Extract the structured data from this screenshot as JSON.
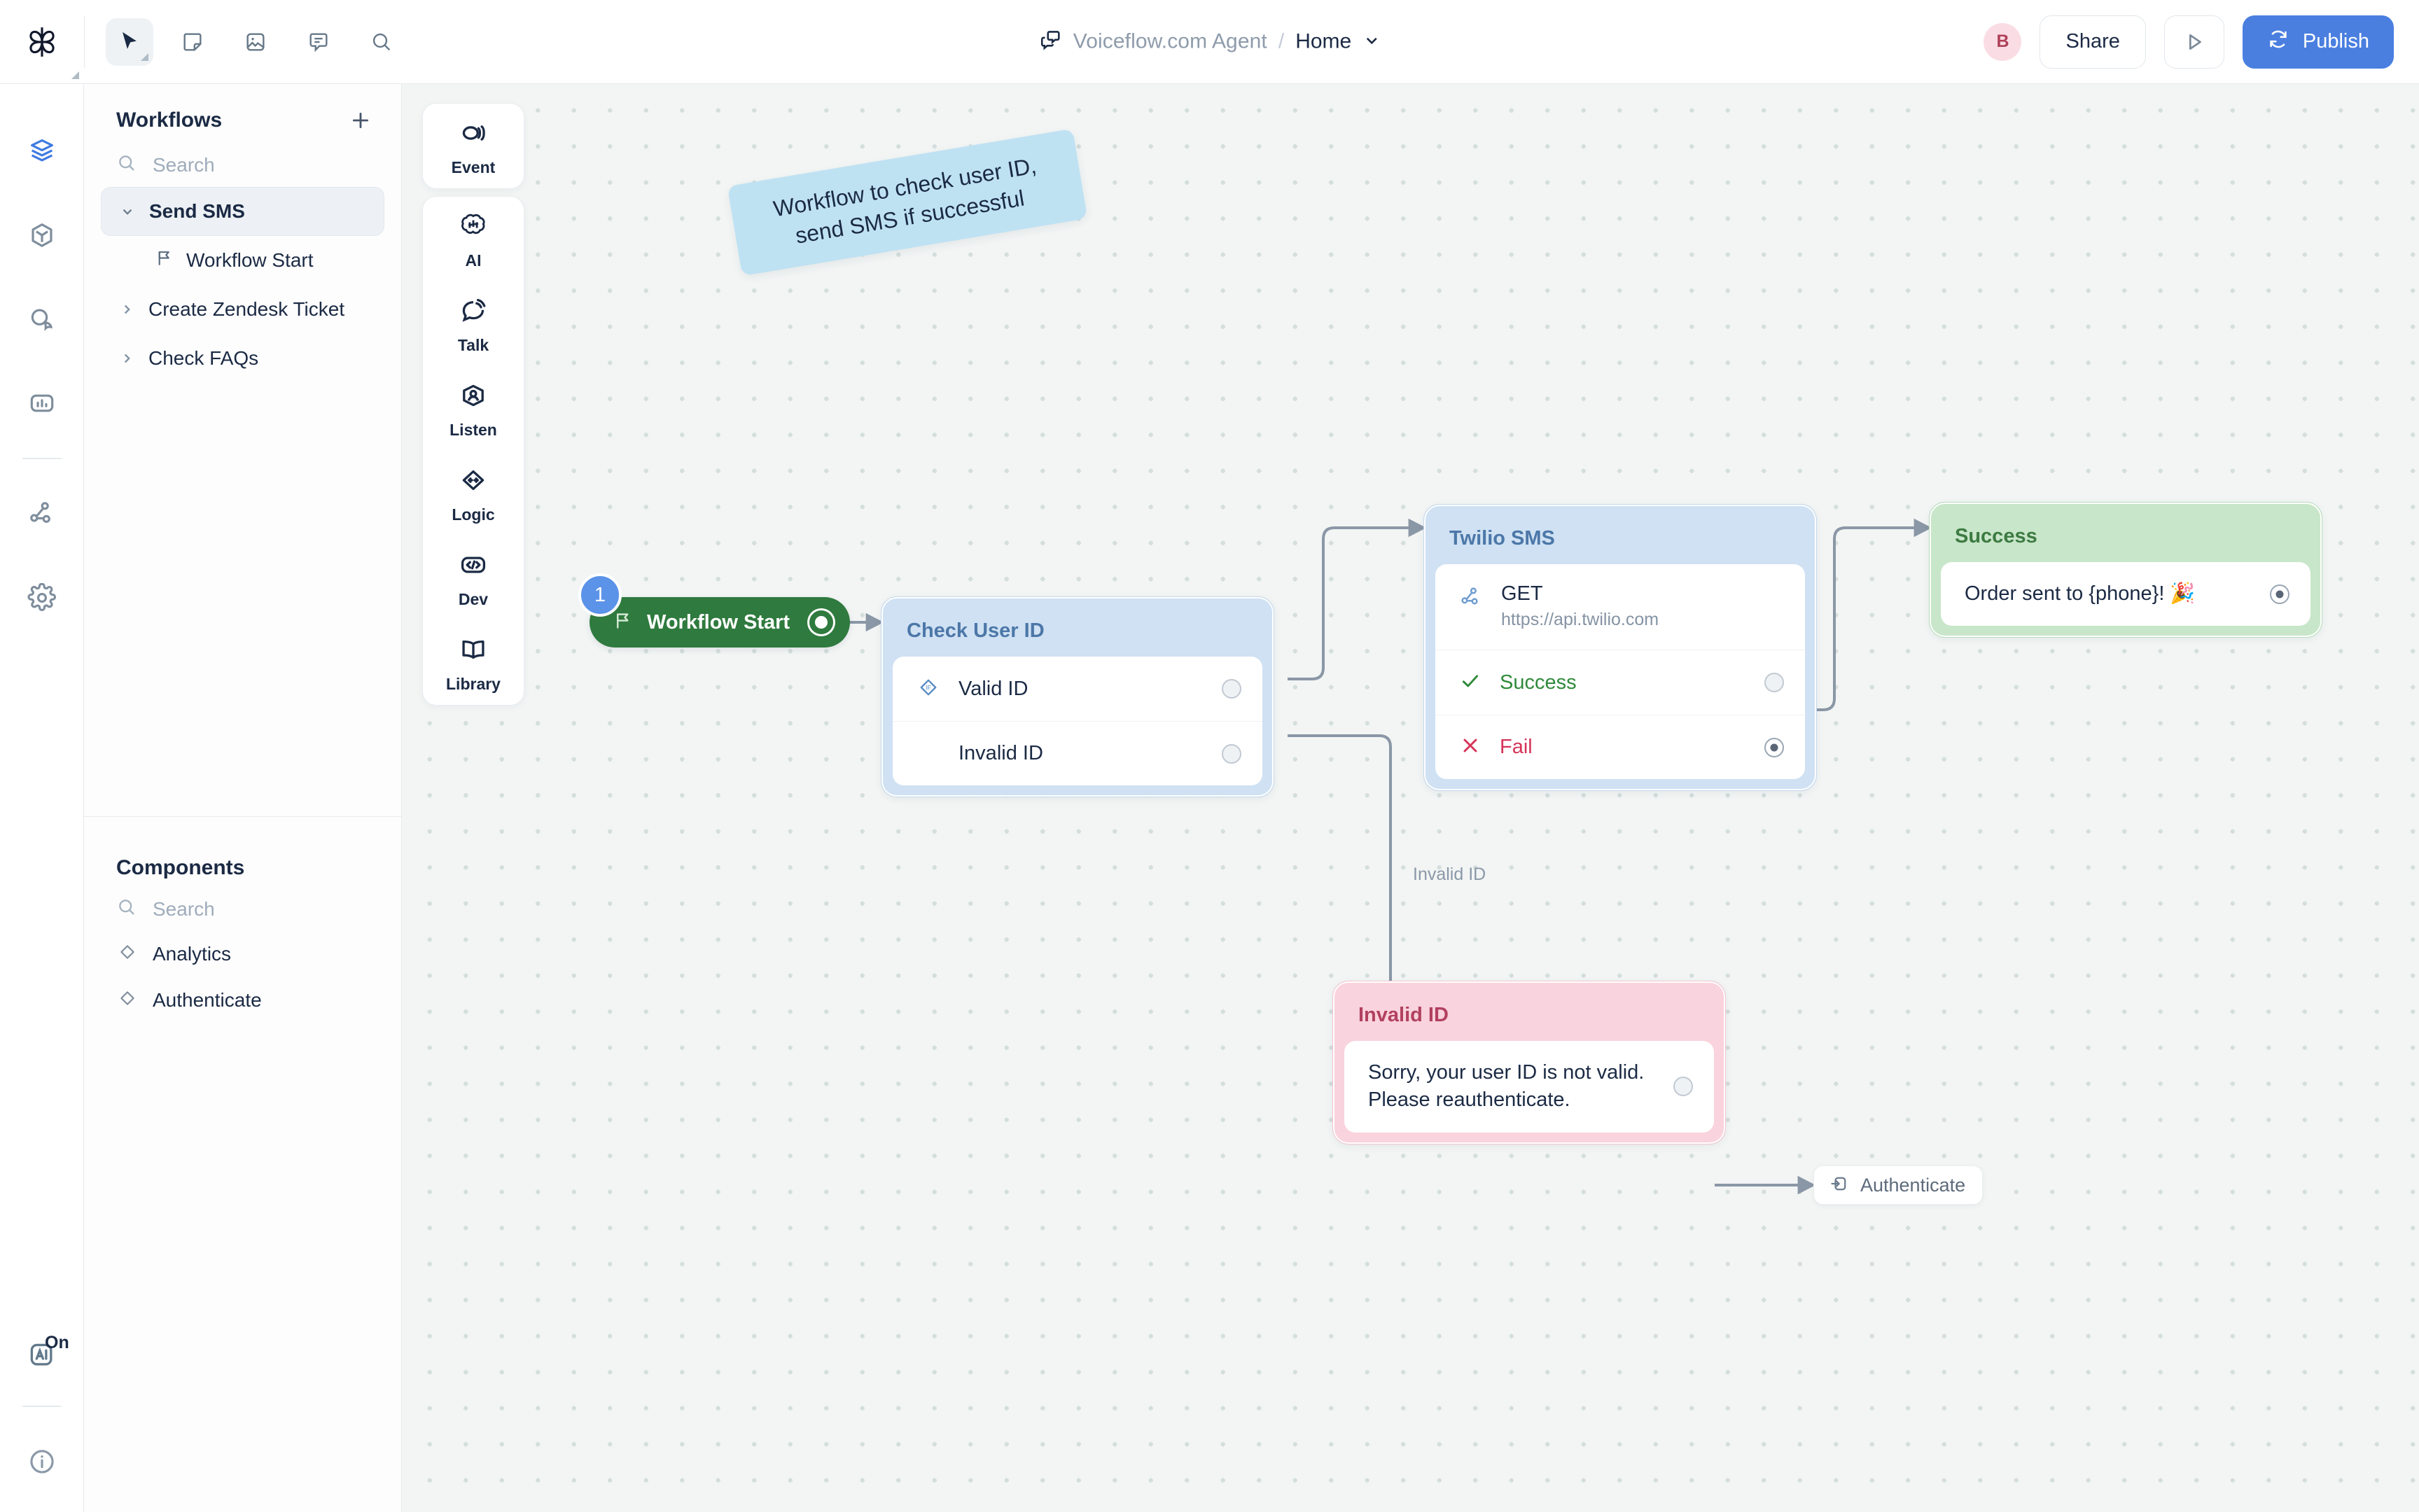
{
  "topbar": {
    "logo_icon": "voiceflow-logo-icon",
    "tools": [
      {
        "name": "cursor-tool",
        "icon": "cursor-icon",
        "active": true
      },
      {
        "name": "note-tool",
        "icon": "sticky-note-icon",
        "active": false
      },
      {
        "name": "image-tool",
        "icon": "image-icon",
        "active": false
      },
      {
        "name": "comment-tool",
        "icon": "comment-icon",
        "active": false
      },
      {
        "name": "search-tool",
        "icon": "search-icon",
        "active": false
      }
    ],
    "breadcrumb": {
      "agent_icon": "agent-chat-icon",
      "agent": "Voiceflow.com Agent",
      "separator": "/",
      "page": "Home",
      "caret_icon": "chevron-down-icon"
    },
    "avatar_initial": "B",
    "share_label": "Share",
    "run_icon": "play-icon",
    "publish_label": "Publish",
    "publish_icon": "refresh-icon",
    "publish_color": "#4a7fe0"
  },
  "rail": {
    "items": [
      {
        "name": "sidebar-item-workflows",
        "icon": "layers-icon",
        "active": true
      },
      {
        "name": "sidebar-item-components",
        "icon": "box-icon",
        "active": false
      },
      {
        "name": "sidebar-item-conversations",
        "icon": "chat-bubbles-icon",
        "active": false
      },
      {
        "name": "sidebar-item-analytics",
        "icon": "analytics-icon",
        "active": false
      },
      {
        "name": "sidebar-item-integrations",
        "icon": "api-nodes-icon",
        "active": false
      },
      {
        "name": "sidebar-item-settings",
        "icon": "gear-icon",
        "active": false
      }
    ],
    "ai_toggle": {
      "icon": "ai-square-icon",
      "label": "On"
    },
    "help_icon": "info-icon"
  },
  "panel": {
    "workflows": {
      "title": "Workflows",
      "add_icon": "plus-icon",
      "search_placeholder": "Search",
      "search_icon": "search-icon",
      "items": [
        {
          "label": "Send SMS",
          "expanded": true,
          "selected": true,
          "icon": "chevron-down-icon",
          "children": [
            {
              "label": "Workflow Start",
              "icon": "flag-icon"
            }
          ]
        },
        {
          "label": "Create Zendesk Ticket",
          "expanded": false,
          "selected": false,
          "icon": "chevron-right-icon",
          "children": []
        },
        {
          "label": "Check FAQs",
          "expanded": false,
          "selected": false,
          "icon": "chevron-right-icon",
          "children": []
        }
      ]
    },
    "components": {
      "title": "Components",
      "search_placeholder": "Search",
      "search_icon": "search-icon",
      "items": [
        {
          "label": "Analytics",
          "icon": "diamond-icon"
        },
        {
          "label": "Authenticate",
          "icon": "diamond-icon"
        }
      ]
    }
  },
  "palette": {
    "groups": [
      [
        {
          "label": "Event",
          "icon": "event-icon"
        }
      ],
      [
        {
          "label": "AI",
          "icon": "ai-icon"
        },
        {
          "label": "Talk",
          "icon": "talk-icon"
        },
        {
          "label": "Listen",
          "icon": "listen-icon"
        },
        {
          "label": "Logic",
          "icon": "logic-icon"
        },
        {
          "label": "Dev",
          "icon": "dev-icon"
        },
        {
          "label": "Library",
          "icon": "library-icon"
        }
      ]
    ]
  },
  "canvas": {
    "sticky_note": {
      "line1": "Workflow to check user ID,",
      "line2": "send SMS if successful",
      "color": "#bfe2f3"
    },
    "start_node": {
      "step_number": "1",
      "label": "Workflow Start",
      "icon": "flag-icon",
      "color": "#2f7a3e"
    },
    "check_user_id": {
      "title": "Check User ID",
      "icon": "if-condition-icon",
      "rows": [
        {
          "label": "Valid ID",
          "port": "open"
        },
        {
          "label": "Invalid ID",
          "port": "open"
        }
      ]
    },
    "twilio_sms": {
      "title": "Twilio SMS",
      "api": {
        "icon": "api-nodes-icon",
        "method": "GET",
        "url": "https://api.twilio.com"
      },
      "rows": [
        {
          "label": "Success",
          "icon": "check-icon",
          "color": "#2f8a3a",
          "port": "open"
        },
        {
          "label": "Fail",
          "icon": "cross-icon",
          "color": "#d63458",
          "port": "filled"
        }
      ]
    },
    "success_node": {
      "title": "Success",
      "message": "Order sent to {phone}! 🎉",
      "port": "filled"
    },
    "invalid_node": {
      "title": "Invalid ID",
      "message_line1": "Sorry, your user ID is not valid.",
      "message_line2": "Please reauthenticate.",
      "port": "open"
    },
    "authenticate_chip": {
      "label": "Authenticate",
      "icon": "authenticate-icon"
    },
    "edge_labels": [
      {
        "text": "Invalid ID"
      }
    ]
  }
}
